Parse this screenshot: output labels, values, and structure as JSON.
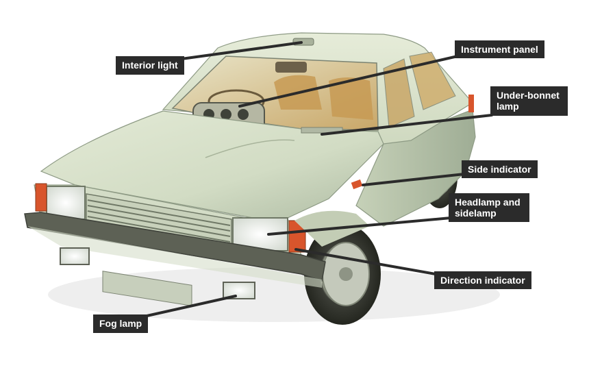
{
  "diagram": {
    "colors": {
      "body": "#d7e0c9",
      "body_shade": "#b9c6ad",
      "body_dark": "#8f9e86",
      "interior": "#d9b878",
      "bumper": "#5d6155",
      "indicator": "#d8552c",
      "label_bg": "#2b2b2b",
      "label_text": "#ffffff",
      "leader": "#2b2b2b"
    },
    "labels": {
      "interior_light": "Interior light",
      "instrument_panel": "Instrument panel",
      "under_bonnet_lamp": "Under-bonnet lamp",
      "side_indicator": "Side indicator",
      "headlamp_sidelamp": "Headlamp and sidelamp",
      "direction_indicator": "Direction indicator",
      "fog_lamp": "Fog lamp"
    }
  }
}
